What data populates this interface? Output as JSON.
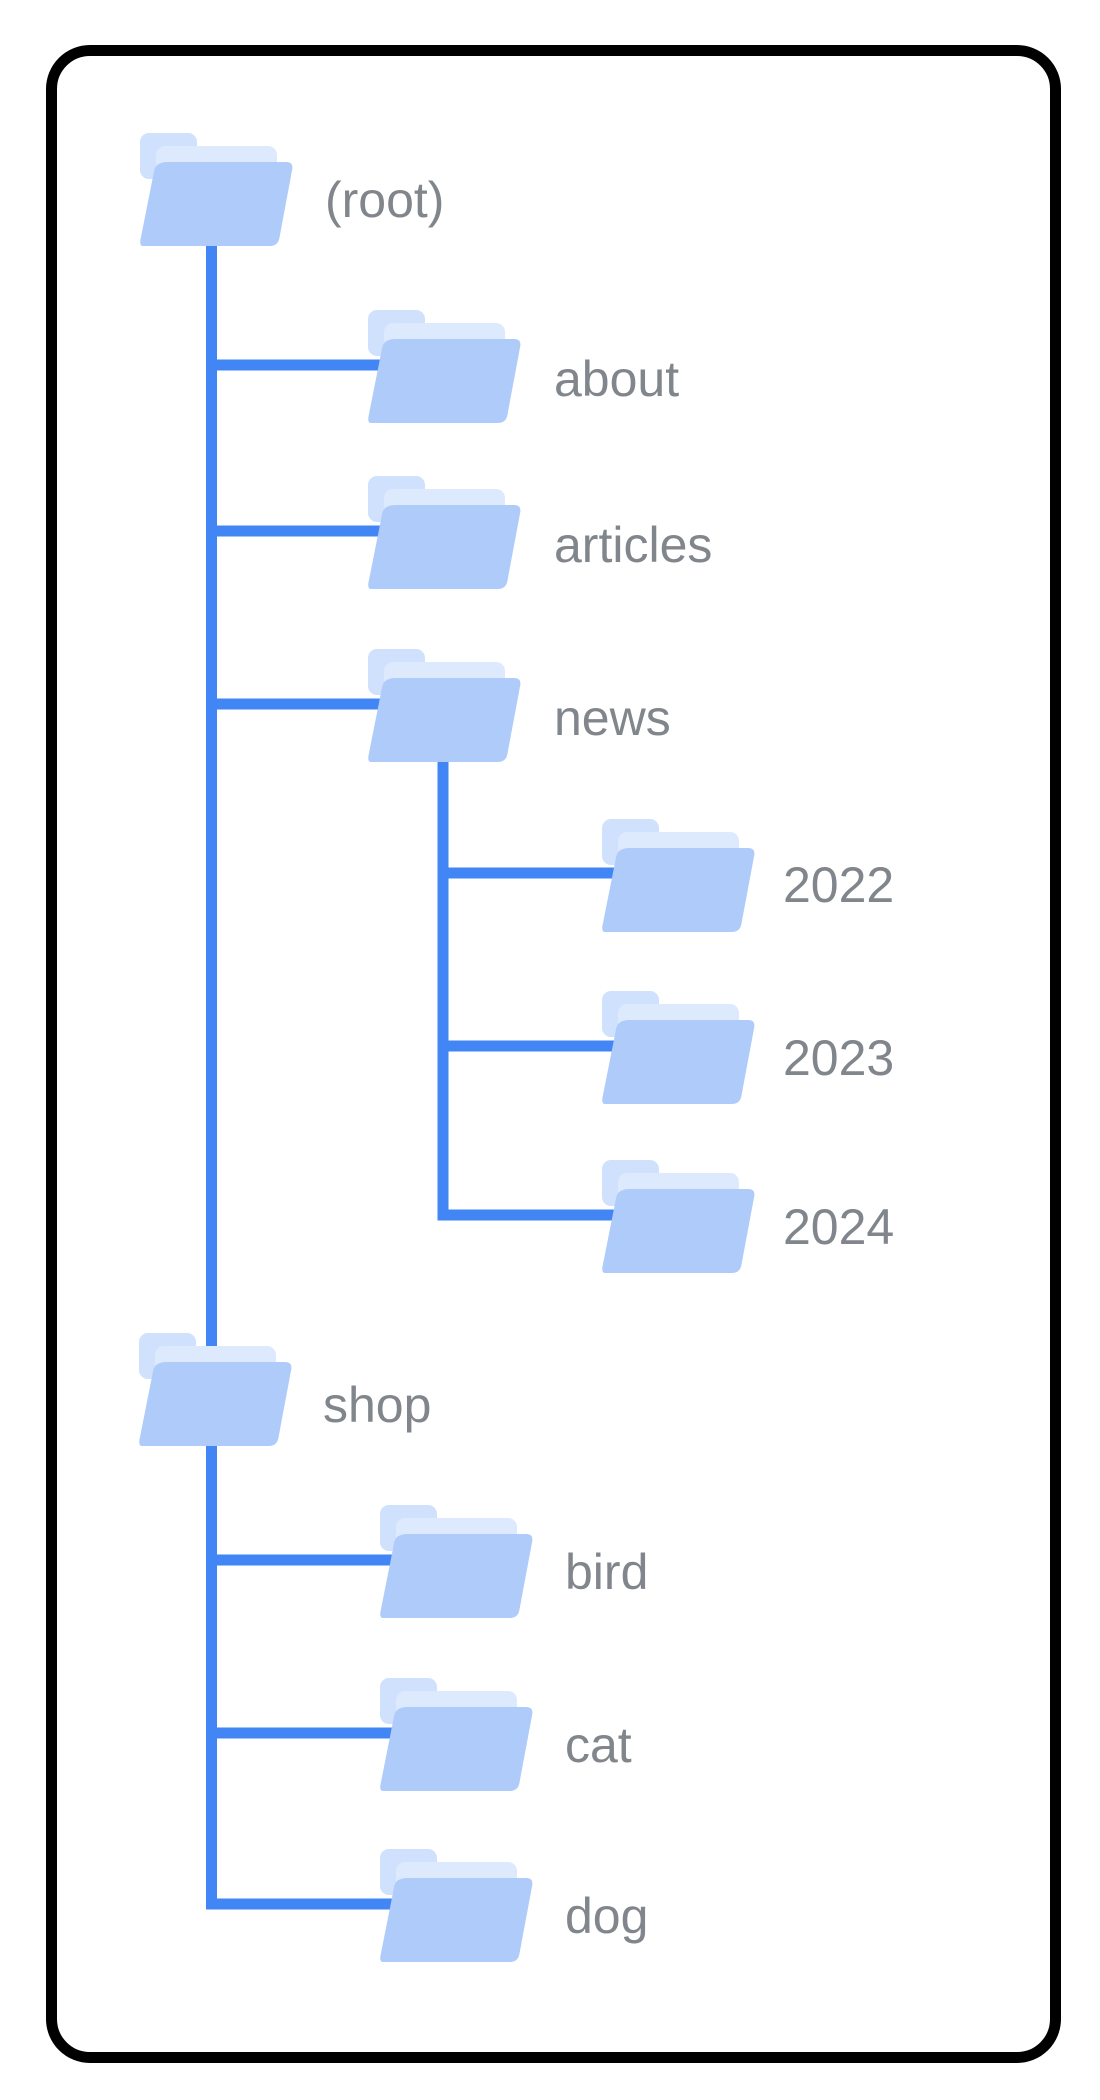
{
  "diagram": {
    "type": "folder-tree",
    "description": "Site URL structure tree of folders inside a rounded black-bordered card"
  },
  "colors": {
    "line": "#4285f4",
    "folder_front": "#aecbfa",
    "folder_tab": "#cfe1fc",
    "folder_sheet": "#dde9fd",
    "label_text": "#80868b",
    "card_border": "#000000",
    "background": "#ffffff"
  },
  "nodes": {
    "root": {
      "label": "(root)"
    },
    "about": {
      "label": "about"
    },
    "articles": {
      "label": "articles"
    },
    "news": {
      "label": "news"
    },
    "y2022": {
      "label": "2022"
    },
    "y2023": {
      "label": "2023"
    },
    "y2024": {
      "label": "2024"
    },
    "shop": {
      "label": "shop"
    },
    "bird": {
      "label": "bird"
    },
    "cat": {
      "label": "cat"
    },
    "dog": {
      "label": "dog"
    }
  },
  "hierarchy": {
    "(root)": {
      "about": {},
      "articles": {},
      "news": {
        "2022": {},
        "2023": {},
        "2024": {}
      },
      "shop": {
        "bird": {},
        "cat": {},
        "dog": {}
      }
    }
  }
}
